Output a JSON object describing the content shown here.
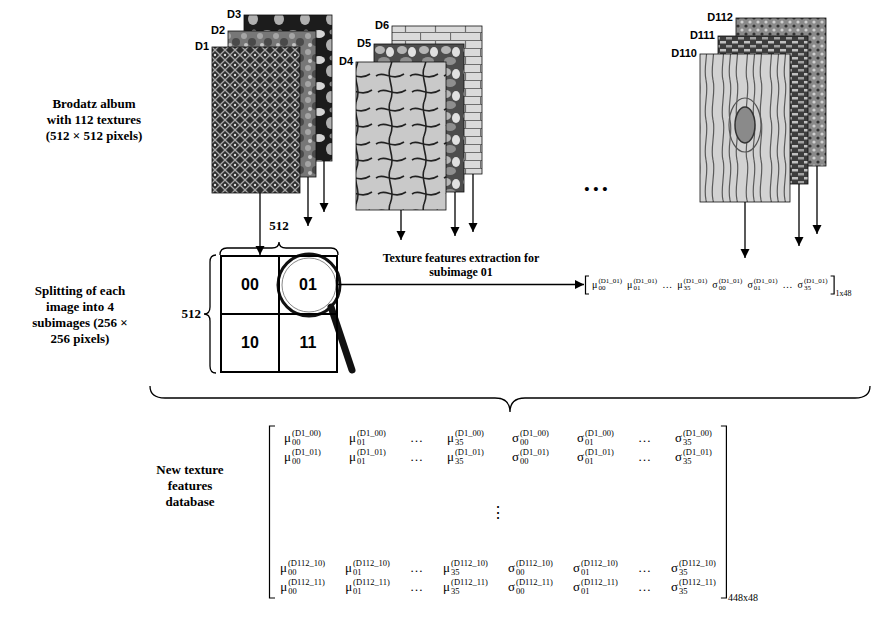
{
  "diagram": {
    "nodes": [
      {
        "text": [
          "D1"
        ]
      },
      {
        "text": [
          "D2"
        ]
      },
      {
        "text": [
          "D3"
        ]
      },
      {
        "text": [
          "D4"
        ]
      },
      {
        "text": [
          "D5"
        ]
      },
      {
        "text": [
          "D6"
        ]
      },
      {
        "text": [
          "D110"
        ]
      },
      {
        "text": [
          "D111"
        ]
      },
      {
        "text": [
          "D112"
        ]
      },
      {
        "text": [
          "512",
          "512"
        ]
      },
      {
        "text": [
          "00"
        ],
        "in": 9
      },
      {
        "text": [
          "01"
        ],
        "in": 9
      },
      {
        "text": [
          "10"
        ],
        "in": 9
      },
      {
        "text": [
          "11"
        ],
        "in": 9
      },
      {
        "text": [
          "μ00(D1_01)",
          "μ01(D1_01)",
          "…",
          "μ35(D1_01)",
          "σ00(D1_01)",
          "σ01(D1_01)",
          "…",
          "σ35(D1_01)",
          "1x48"
        ]
      },
      {
        "text": [
          "μ00(D1_00)",
          "μ01(D1_00)",
          "…",
          "μ35(D1_00)",
          "σ00(D1_00)",
          "σ01(D1_00)",
          "…",
          "σ35(D1_00)",
          "μ00(D1_01)",
          "μ01(D1_01)",
          "…",
          "μ35(D1_01)",
          "σ00(D1_01)",
          "σ01(D1_01)",
          "…",
          "σ35(D1_01)",
          "⋮",
          "μ00(D112_10)",
          "μ01(D112_10)",
          "…",
          "μ35(D112_10)",
          "σ00(D112_10)",
          "σ01(D112_10)",
          "…",
          "σ35(D112_10)",
          "μ00(D112_11)",
          "μ01(D112_11)",
          "…",
          "μ35(D112_11)",
          "σ00(D112_11)",
          "σ01(D112_11)",
          "…",
          "σ35(D112_11)",
          "448x48"
        ]
      }
    ],
    "edges": [
      {
        "from": 0,
        "to": 9,
        "arrow": "to"
      },
      {
        "from": 11,
        "to": 14,
        "label": "Texture features extraction for subimage 01",
        "arrow": "to"
      }
    ],
    "labels": [
      "Brodatz album with 112 textures (512 × 512 pixels)",
      "Splitting of each image into 4 subimages (256 × 256 pixels)",
      "• • •",
      "New texture features database"
    ]
  }
}
